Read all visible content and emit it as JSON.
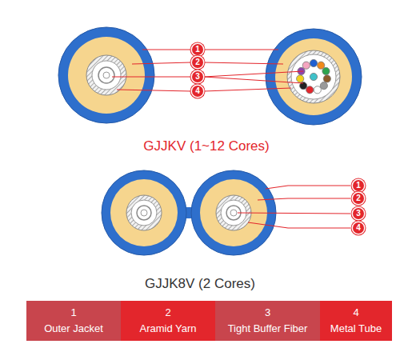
{
  "diagram": {
    "nodes": [
      {
        "text": [
          "1",
          "Outer Jacket"
        ]
      },
      {
        "text": [
          "2",
          "Aramid Yarn"
        ]
      },
      {
        "text": [
          "3",
          "Tight Buffer Fiber"
        ]
      },
      {
        "text": [
          "4",
          "Metal Tube"
        ]
      }
    ],
    "labels": [
      "1",
      "2",
      "3",
      "4",
      "GJJKV (1~12 Cores)",
      "1",
      "2",
      "3",
      "4",
      "GJJK8V (2 Cores)"
    ]
  }
}
